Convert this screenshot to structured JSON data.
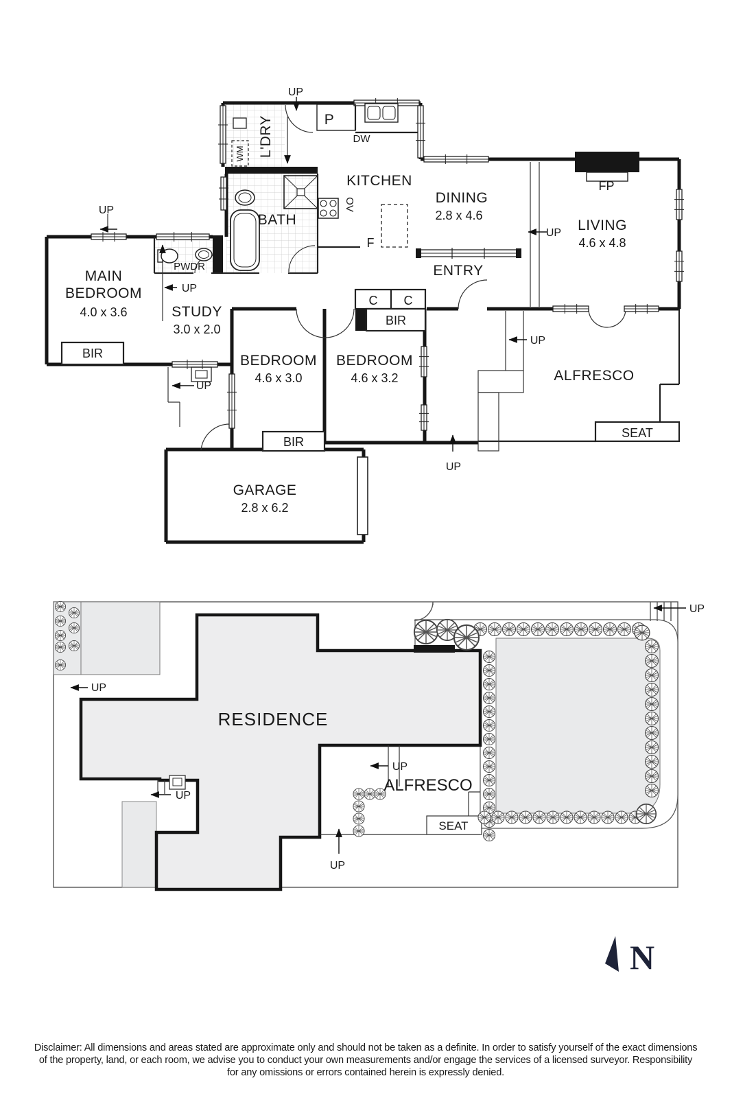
{
  "labels": {
    "up": "UP",
    "bir": "BIR",
    "c": "C",
    "seat": "SEAT",
    "alfresco": "ALFRESCO",
    "north": "N"
  },
  "floor_plan": {
    "main_bedroom": {
      "line1": "MAIN",
      "line2": "BEDROOM",
      "dims": "4.0 x 3.6"
    },
    "study": {
      "name": "STUDY",
      "dims": "3.0 x 2.0"
    },
    "pwdr": "PWDR",
    "bath": "BATH",
    "laundry": "L'DRY",
    "wm": "WM",
    "pantry": "P",
    "dw": "DW",
    "ov": "OV",
    "fridge": "F",
    "kitchen": "KITCHEN",
    "dining": {
      "name": "DINING",
      "dims": "2.8 x 4.6"
    },
    "living": {
      "name": "LIVING",
      "dims": "4.6 x 4.8"
    },
    "fireplace": "FP",
    "entry": "ENTRY",
    "bedroom1": {
      "name": "BEDROOM",
      "dims": "4.6 x 3.0"
    },
    "bedroom2": {
      "name": "BEDROOM",
      "dims": "4.6 x 3.2"
    },
    "garage": {
      "name": "GARAGE",
      "dims": "2.8 x 6.2"
    }
  },
  "site_plan": {
    "residence": "RESIDENCE"
  },
  "disclaimer": {
    "line1": "Disclaimer: All dimensions and areas stated are approximate only and should not be taken as a definite. In order to satisfy yourself of the exact dimensions",
    "line2": "of the property, land, or each room, we advise you to conduct your own measurements and/or engage the services of a licensed surveyor. Responsibility",
    "line3": "for any omissions or errors contained herein is expressly denied."
  },
  "colors": {
    "wall": "#161616",
    "ground": "#e9eaeb",
    "residence": "#ededee",
    "north": "#1e2338"
  }
}
